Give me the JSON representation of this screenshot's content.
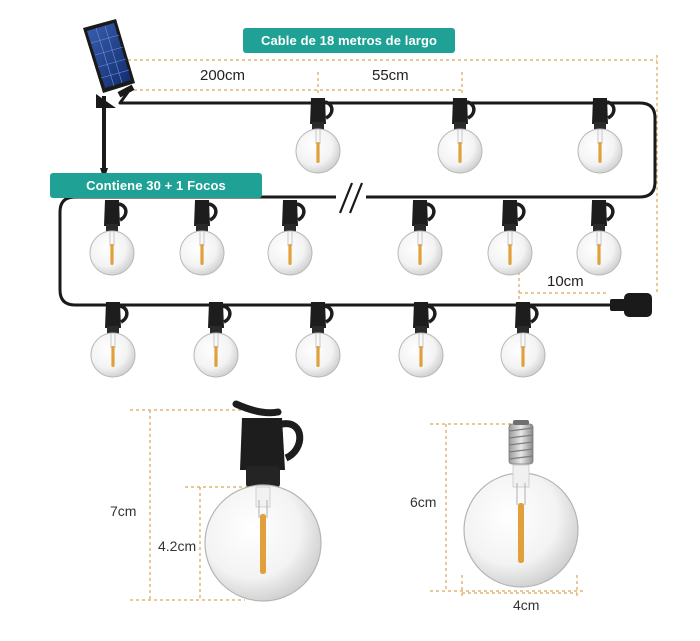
{
  "banners": {
    "cable_length": "Cable de 18 metros de largo",
    "bulb_count": "Contiene 30 + 1 Focos"
  },
  "spacing": {
    "solar_to_first": "200cm",
    "bulb_spacing": "55cm",
    "end_lead": "10cm"
  },
  "dimensions": {
    "socket_bulb_height": "7cm",
    "bulb_only_height": "4.2cm",
    "bare_bulb_height": "6cm",
    "bare_bulb_diameter": "4cm"
  },
  "colors": {
    "accent": "#1fa295",
    "dimension_line": "#d9a756",
    "cable": "#1a1a1a",
    "filament": "#e0a03c"
  },
  "icons": [
    "solar-panel-icon",
    "bulb-icon",
    "cable-break-icon",
    "end-connector-icon"
  ]
}
